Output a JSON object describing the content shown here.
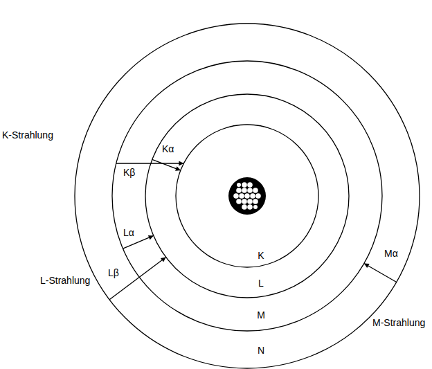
{
  "diagram": {
    "nodes": [
      {
        "text": [
          "N"
        ]
      },
      {
        "text": [
          "M"
        ],
        "in": 0
      },
      {
        "text": [
          "L"
        ],
        "in": 1
      },
      {
        "text": [
          "K"
        ],
        "in": 2
      }
    ],
    "edges": [
      {
        "from": 2,
        "to": 3,
        "arrow": "to",
        "label": "Kα"
      },
      {
        "from": 1,
        "to": 3,
        "arrow": "to",
        "label": "Kβ"
      },
      {
        "from": 1,
        "to": 2,
        "arrow": "to",
        "label": "Lα"
      },
      {
        "from": 0,
        "to": 2,
        "arrow": "to",
        "label": "Lβ"
      },
      {
        "from": 0,
        "to": 1,
        "arrow": "to",
        "label": "Mα"
      }
    ],
    "labels": [
      "K-Strahlung",
      "L-Strahlung",
      "M-Strahlung"
    ]
  }
}
